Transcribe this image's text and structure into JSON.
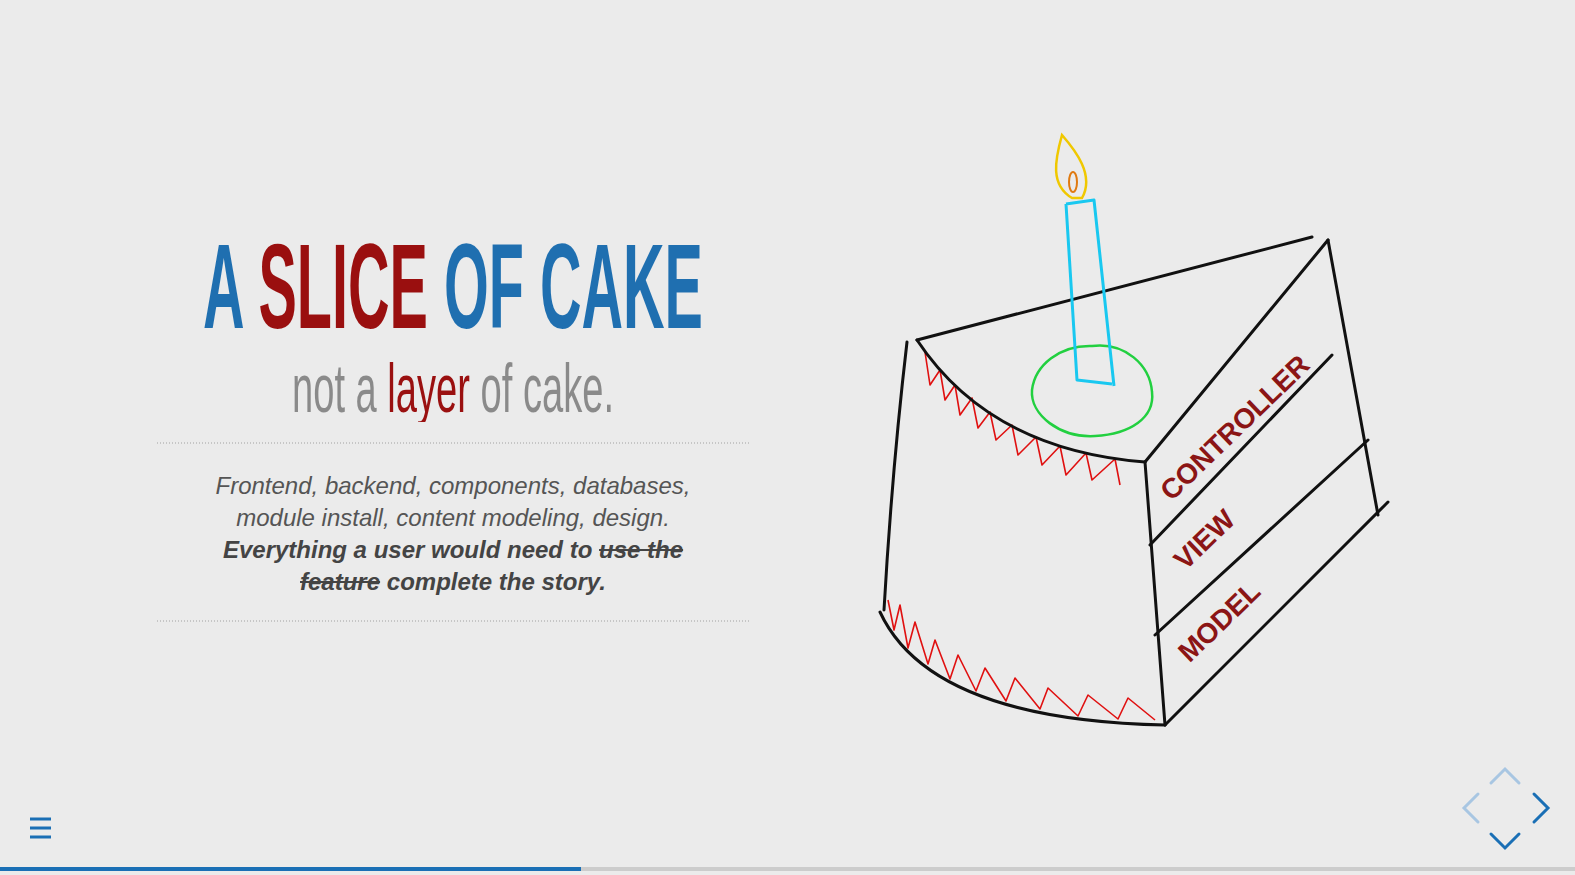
{
  "diagram": {
    "title": "A SLICE OF CAKE",
    "labels": [
      "not a layer of cake.",
      "Frontend, backend, components, databases, module install, content modeling, design.",
      "Everything a user would need to",
      "use the feature",
      "complete the story.",
      "CONTROLLER",
      "VIEW",
      "MODEL"
    ]
  }
}
